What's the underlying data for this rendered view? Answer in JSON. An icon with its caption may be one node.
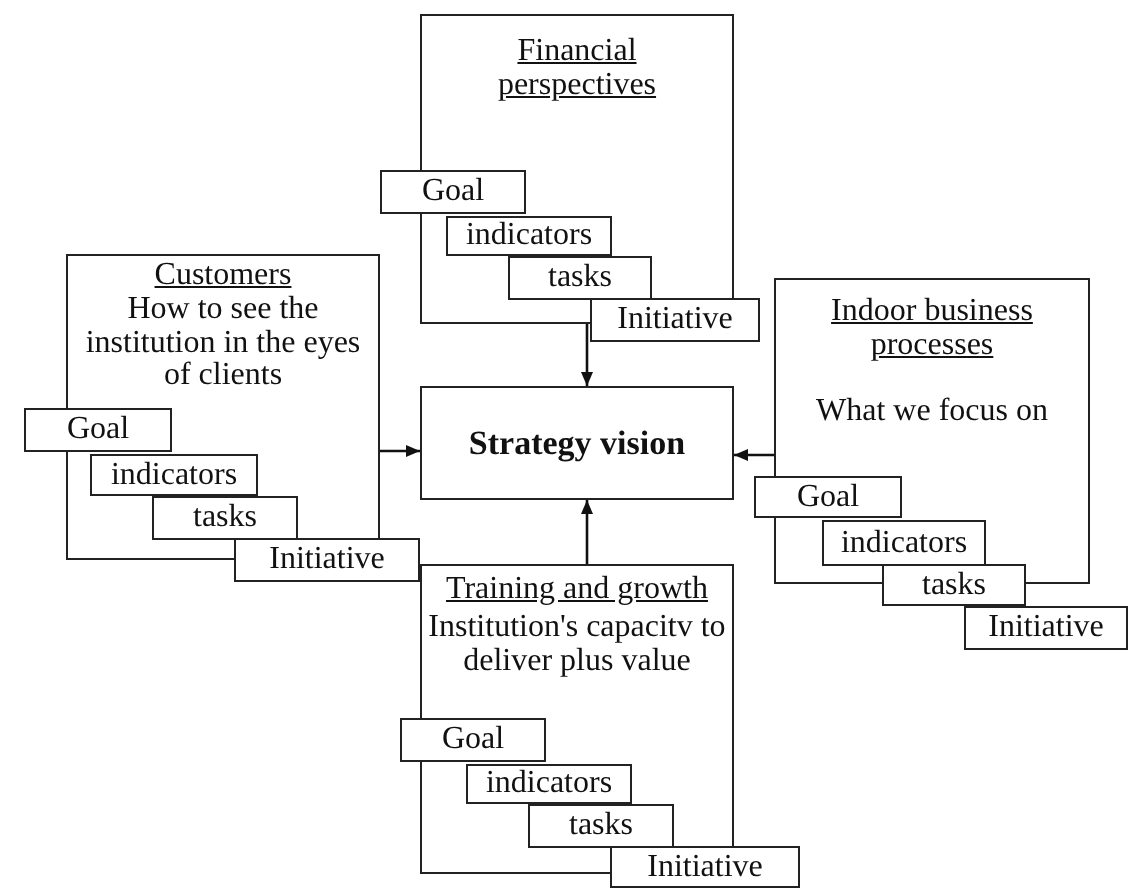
{
  "diagram": {
    "nodes": [
      {
        "text": [
          "Financial perspectives"
        ]
      },
      {
        "text": [
          "Goal"
        ]
      },
      {
        "text": [
          "indicators"
        ],
        "in": 0
      },
      {
        "text": [
          "tasks"
        ],
        "in": 0
      },
      {
        "text": [
          "Initiative"
        ]
      },
      {
        "text": [
          "Customers",
          "How to see the institution in the eyes of clients"
        ]
      },
      {
        "text": [
          "Goal"
        ]
      },
      {
        "text": [
          "indicators"
        ],
        "in": 5
      },
      {
        "text": [
          "tasks"
        ],
        "in": 5
      },
      {
        "text": [
          "Initiative"
        ]
      },
      {
        "text": [
          "Strategy vision"
        ]
      },
      {
        "text": [
          "Indoor business processes",
          "What we focus on"
        ]
      },
      {
        "text": [
          "Goal"
        ]
      },
      {
        "text": [
          "indicators"
        ],
        "in": 11
      },
      {
        "text": [
          "tasks"
        ]
      },
      {
        "text": [
          "Initiative"
        ]
      },
      {
        "text": [
          "Training and growth",
          "Institution's capacitv to deliver plus value"
        ]
      },
      {
        "text": [
          "Goal"
        ]
      },
      {
        "text": [
          "indicators"
        ],
        "in": 16
      },
      {
        "text": [
          "tasks"
        ],
        "in": 16
      },
      {
        "text": [
          "Initiative"
        ]
      }
    ],
    "edges": [
      {
        "from": 0,
        "to": 10,
        "arrow": "to"
      },
      {
        "from": 5,
        "to": 10,
        "arrow": "to"
      },
      {
        "from": 11,
        "to": 10,
        "arrow": "to"
      },
      {
        "from": 16,
        "to": 10,
        "arrow": "to"
      }
    ]
  }
}
